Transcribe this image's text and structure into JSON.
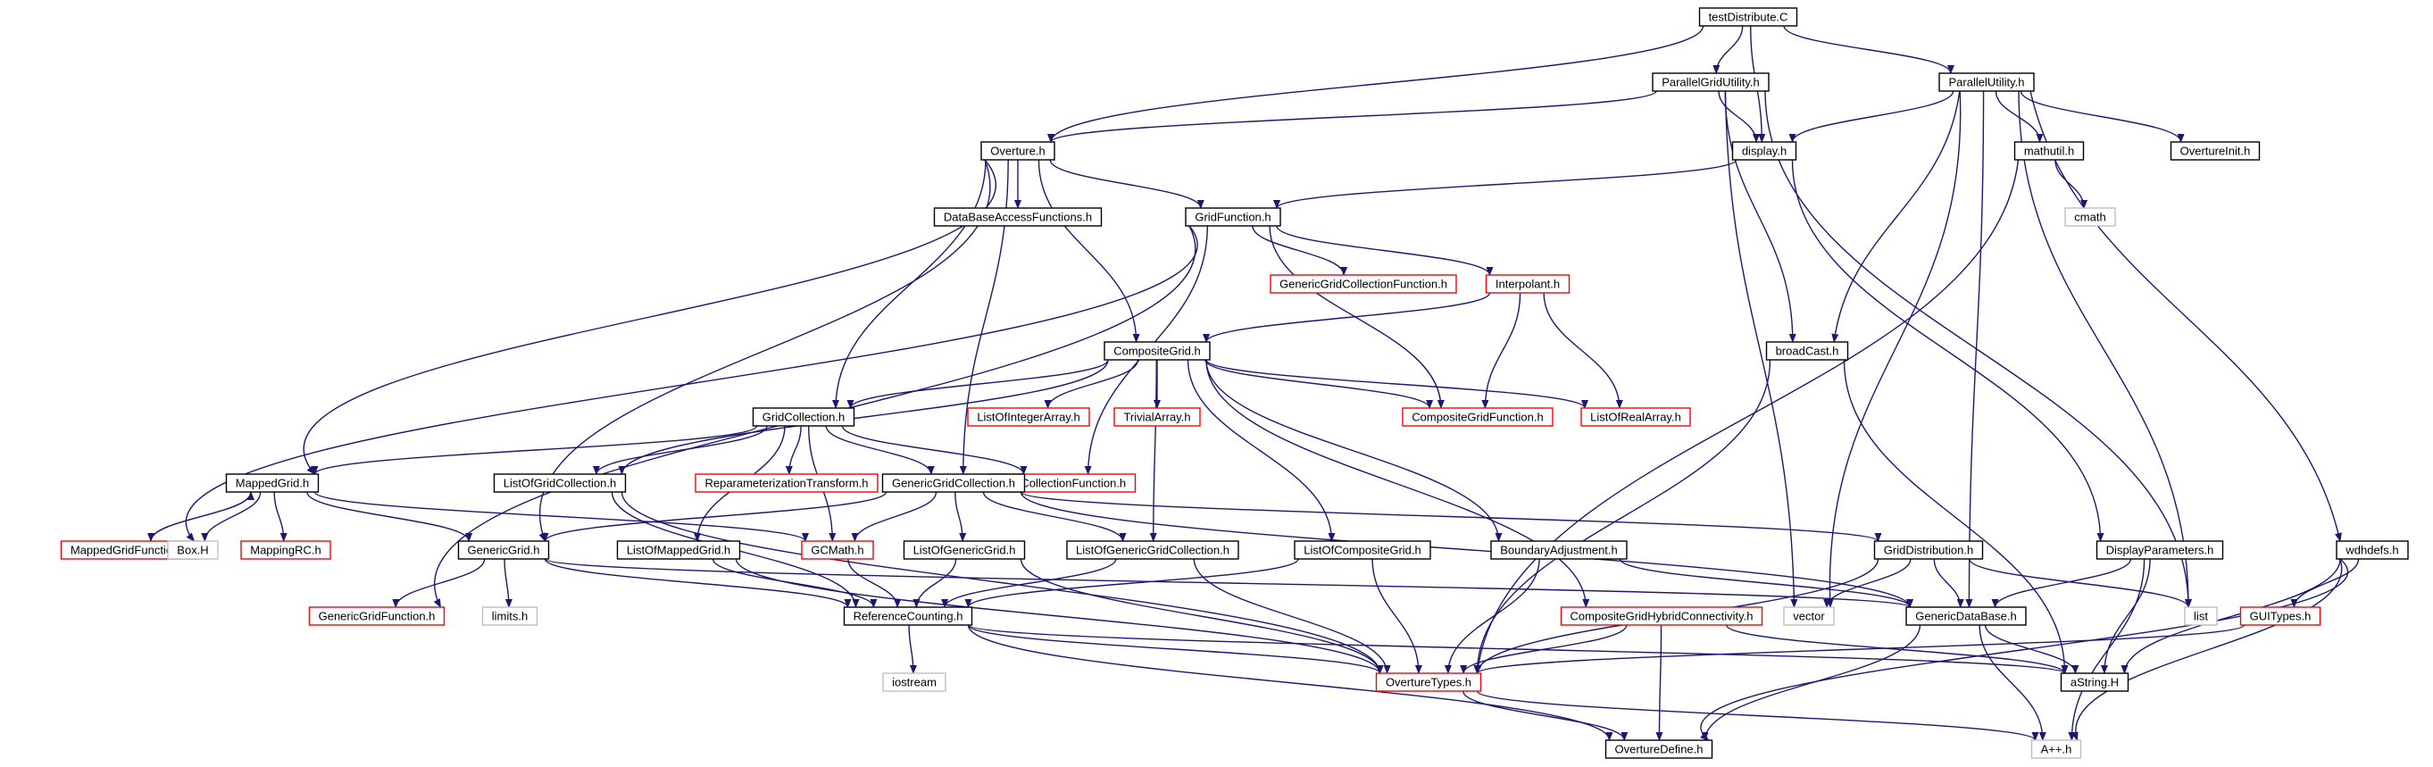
{
  "colors": {
    "edge": "#191970",
    "root_fill": "#bfbfbf",
    "root_stroke": "#000000",
    "normal_stroke": "#000000",
    "truncated_stroke": "#ff0000",
    "external_stroke": "#bfbfbf"
  },
  "graph": {
    "title": "testDistribute.C",
    "nodes": [
      {
        "id": "testDistribute.C",
        "label": "testDistribute.C",
        "kind": "root"
      },
      {
        "id": "ParallelGridUtility.h",
        "label": "ParallelGridUtility.h",
        "kind": "normal"
      },
      {
        "id": "ParallelUtility.h",
        "label": "ParallelUtility.h",
        "kind": "normal"
      },
      {
        "id": "Overture.h",
        "label": "Overture.h",
        "kind": "normal"
      },
      {
        "id": "display.h",
        "label": "display.h",
        "kind": "normal"
      },
      {
        "id": "mathutil.h",
        "label": "mathutil.h",
        "kind": "normal"
      },
      {
        "id": "OvertureInit.h",
        "label": "OvertureInit.h",
        "kind": "normal"
      },
      {
        "id": "cmath",
        "label": "cmath",
        "kind": "external"
      },
      {
        "id": "DataBaseAccessFunctions.h",
        "label": "DataBaseAccessFunctions.h",
        "kind": "normal"
      },
      {
        "id": "GridFunction.h",
        "label": "GridFunction.h",
        "kind": "normal"
      },
      {
        "id": "GenericGridCollectionFunction.h",
        "label": "GenericGridCollectionFunction.h",
        "kind": "truncated"
      },
      {
        "id": "Interpolant.h",
        "label": "Interpolant.h",
        "kind": "truncated"
      },
      {
        "id": "CompositeGrid.h",
        "label": "CompositeGrid.h",
        "kind": "normal"
      },
      {
        "id": "broadCast.h",
        "label": "broadCast.h",
        "kind": "normal"
      },
      {
        "id": "ListOfIntegerArray.h",
        "label": "ListOfIntegerArray.h",
        "kind": "truncated"
      },
      {
        "id": "TrivialArray.h",
        "label": "TrivialArray.h",
        "kind": "truncated"
      },
      {
        "id": "CompositeGridFunction.h",
        "label": "CompositeGridFunction.h",
        "kind": "truncated"
      },
      {
        "id": "ListOfRealArray.h",
        "label": "ListOfRealArray.h",
        "kind": "truncated"
      },
      {
        "id": "GridCollection.h",
        "label": "GridCollection.h",
        "kind": "normal"
      },
      {
        "id": "MappedGrid.h",
        "label": "MappedGrid.h",
        "kind": "normal"
      },
      {
        "id": "ListOfGridCollection.h",
        "label": "ListOfGridCollection.h",
        "kind": "normal"
      },
      {
        "id": "ReparameterizationTransform.h",
        "label": "ReparameterizationTransform.h",
        "kind": "truncated"
      },
      {
        "id": "GridCollectionFunction.h",
        "label": "GridCollectionFunction.h",
        "kind": "truncated"
      },
      {
        "id": "GenericGridCollection.h",
        "label": "GenericGridCollection.h",
        "kind": "normal"
      },
      {
        "id": "MappedGridFunction.h",
        "label": "MappedGridFunction.h",
        "kind": "truncated"
      },
      {
        "id": "Box.H",
        "label": "Box.H",
        "kind": "external"
      },
      {
        "id": "MappingRC.h",
        "label": "MappingRC.h",
        "kind": "truncated"
      },
      {
        "id": "GenericGrid.h",
        "label": "GenericGrid.h",
        "kind": "normal"
      },
      {
        "id": "ListOfMappedGrid.h",
        "label": "ListOfMappedGrid.h",
        "kind": "normal"
      },
      {
        "id": "GCMath.h",
        "label": "GCMath.h",
        "kind": "truncated"
      },
      {
        "id": "ListOfGenericGrid.h",
        "label": "ListOfGenericGrid.h",
        "kind": "normal"
      },
      {
        "id": "ListOfGenericGridCollection.h",
        "label": "ListOfGenericGridCollection.h",
        "kind": "normal"
      },
      {
        "id": "ListOfCompositeGrid.h",
        "label": "ListOfCompositeGrid.h",
        "kind": "normal"
      },
      {
        "id": "BoundaryAdjustment.h",
        "label": "BoundaryAdjustment.h",
        "kind": "normal"
      },
      {
        "id": "GridDistribution.h",
        "label": "GridDistribution.h",
        "kind": "normal"
      },
      {
        "id": "DisplayParameters.h",
        "label": "DisplayParameters.h",
        "kind": "normal"
      },
      {
        "id": "wdhdefs.h",
        "label": "wdhdefs.h",
        "kind": "normal"
      },
      {
        "id": "GenericGridFunction.h",
        "label": "GenericGridFunction.h",
        "kind": "truncated"
      },
      {
        "id": "limits.h",
        "label": "limits.h",
        "kind": "external"
      },
      {
        "id": "ReferenceCounting.h",
        "label": "ReferenceCounting.h",
        "kind": "normal"
      },
      {
        "id": "CompositeGridHybridConnectivity.h",
        "label": "CompositeGridHybridConnectivity.h",
        "kind": "truncated"
      },
      {
        "id": "vector",
        "label": "vector",
        "kind": "external"
      },
      {
        "id": "GenericDataBase.h",
        "label": "GenericDataBase.h",
        "kind": "normal"
      },
      {
        "id": "list",
        "label": "list",
        "kind": "external"
      },
      {
        "id": "GUITypes.h",
        "label": "GUITypes.h",
        "kind": "truncated"
      },
      {
        "id": "iostream",
        "label": "iostream",
        "kind": "external"
      },
      {
        "id": "OvertureTypes.h",
        "label": "OvertureTypes.h",
        "kind": "truncated"
      },
      {
        "id": "aString.H",
        "label": "aString.H",
        "kind": "normal"
      },
      {
        "id": "OvertureDefine.h",
        "label": "OvertureDefine.h",
        "kind": "normal"
      },
      {
        "id": "A++.h",
        "label": "A++.h",
        "kind": "external"
      }
    ],
    "edges": [
      [
        "testDistribute.C",
        "ParallelGridUtility.h"
      ],
      [
        "testDistribute.C",
        "ParallelUtility.h"
      ],
      [
        "testDistribute.C",
        "Overture.h"
      ],
      [
        "testDistribute.C",
        "display.h"
      ],
      [
        "ParallelGridUtility.h",
        "Overture.h"
      ],
      [
        "ParallelGridUtility.h",
        "display.h"
      ],
      [
        "ParallelGridUtility.h",
        "broadCast.h"
      ],
      [
        "ParallelGridUtility.h",
        "vector"
      ],
      [
        "ParallelGridUtility.h",
        "list"
      ],
      [
        "ParallelUtility.h",
        "display.h"
      ],
      [
        "ParallelUtility.h",
        "mathutil.h"
      ],
      [
        "ParallelUtility.h",
        "OvertureInit.h"
      ],
      [
        "ParallelUtility.h",
        "wdhdefs.h"
      ],
      [
        "ParallelUtility.h",
        "broadCast.h"
      ],
      [
        "ParallelUtility.h",
        "vector"
      ],
      [
        "ParallelUtility.h",
        "GenericDataBase.h"
      ],
      [
        "ParallelUtility.h",
        "list"
      ],
      [
        "Overture.h",
        "DataBaseAccessFunctions.h"
      ],
      [
        "Overture.h",
        "GridFunction.h"
      ],
      [
        "Overture.h",
        "MappedGrid.h"
      ],
      [
        "Overture.h",
        "GridCollection.h"
      ],
      [
        "Overture.h",
        "GenericGridCollection.h"
      ],
      [
        "Overture.h",
        "CompositeGrid.h"
      ],
      [
        "Overture.h",
        "GenericGrid.h"
      ],
      [
        "display.h",
        "GridFunction.h"
      ],
      [
        "display.h",
        "DisplayParameters.h"
      ],
      [
        "mathutil.h",
        "cmath"
      ],
      [
        "mathutil.h",
        "OvertureTypes.h"
      ],
      [
        "GridFunction.h",
        "GenericGridCollectionFunction.h"
      ],
      [
        "GridFunction.h",
        "Interpolant.h"
      ],
      [
        "GridFunction.h",
        "MappedGridFunction.h"
      ],
      [
        "GridFunction.h",
        "GenericGridFunction.h"
      ],
      [
        "GridFunction.h",
        "GridCollectionFunction.h"
      ],
      [
        "GridFunction.h",
        "CompositeGridFunction.h"
      ],
      [
        "Interpolant.h",
        "CompositeGrid.h"
      ],
      [
        "Interpolant.h",
        "CompositeGridFunction.h"
      ],
      [
        "Interpolant.h",
        "ListOfRealArray.h"
      ],
      [
        "CompositeGrid.h",
        "GridCollection.h"
      ],
      [
        "CompositeGrid.h",
        "ListOfIntegerArray.h"
      ],
      [
        "CompositeGrid.h",
        "TrivialArray.h"
      ],
      [
        "CompositeGrid.h",
        "CompositeGridFunction.h"
      ],
      [
        "CompositeGrid.h",
        "ListOfRealArray.h"
      ],
      [
        "CompositeGrid.h",
        "ListOfGridCollection.h"
      ],
      [
        "CompositeGrid.h",
        "ListOfGenericGridCollection.h"
      ],
      [
        "CompositeGrid.h",
        "ListOfCompositeGrid.h"
      ],
      [
        "CompositeGrid.h",
        "BoundaryAdjustment.h"
      ],
      [
        "CompositeGrid.h",
        "CompositeGridHybridConnectivity.h"
      ],
      [
        "broadCast.h",
        "OvertureTypes.h"
      ],
      [
        "broadCast.h",
        "aString.H"
      ],
      [
        "GridCollection.h",
        "MappedGrid.h"
      ],
      [
        "GridCollection.h",
        "ListOfGridCollection.h"
      ],
      [
        "GridCollection.h",
        "ReparameterizationTransform.h"
      ],
      [
        "GridCollection.h",
        "GridCollectionFunction.h"
      ],
      [
        "GridCollection.h",
        "GenericGridCollection.h"
      ],
      [
        "GridCollection.h",
        "GCMath.h"
      ],
      [
        "GridCollection.h",
        "ListOfMappedGrid.h"
      ],
      [
        "MappedGrid.h",
        "MappedGridFunction.h"
      ],
      [
        "MappedGrid.h",
        "Box.H"
      ],
      [
        "MappedGrid.h",
        "MappingRC.h"
      ],
      [
        "MappedGrid.h",
        "GenericGrid.h"
      ],
      [
        "MappedGrid.h",
        "GCMath.h"
      ],
      [
        "MappedGridFunction.h",
        "MappedGrid.h"
      ],
      [
        "ListOfGridCollection.h",
        "ReferenceCounting.h"
      ],
      [
        "ListOfGridCollection.h",
        "OvertureTypes.h"
      ],
      [
        "GenericGridCollection.h",
        "GenericGrid.h"
      ],
      [
        "GenericGridCollection.h",
        "GCMath.h"
      ],
      [
        "GenericGridCollection.h",
        "ListOfGenericGrid.h"
      ],
      [
        "GenericGridCollection.h",
        "ListOfGenericGridCollection.h"
      ],
      [
        "GenericGridCollection.h",
        "GridDistribution.h"
      ],
      [
        "GenericGridCollection.h",
        "GenericDataBase.h"
      ],
      [
        "GenericGrid.h",
        "GenericGridFunction.h"
      ],
      [
        "GenericGrid.h",
        "limits.h"
      ],
      [
        "GenericGrid.h",
        "ReferenceCounting.h"
      ],
      [
        "GenericGrid.h",
        "GenericDataBase.h"
      ],
      [
        "ListOfMappedGrid.h",
        "ReferenceCounting.h"
      ],
      [
        "ListOfMappedGrid.h",
        "OvertureTypes.h"
      ],
      [
        "GCMath.h",
        "ReferenceCounting.h"
      ],
      [
        "ListOfGenericGrid.h",
        "ReferenceCounting.h"
      ],
      [
        "ListOfGenericGrid.h",
        "OvertureTypes.h"
      ],
      [
        "ListOfGenericGridCollection.h",
        "ReferenceCounting.h"
      ],
      [
        "ListOfGenericGridCollection.h",
        "OvertureTypes.h"
      ],
      [
        "ListOfCompositeGrid.h",
        "ReferenceCounting.h"
      ],
      [
        "ListOfCompositeGrid.h",
        "OvertureTypes.h"
      ],
      [
        "BoundaryAdjustment.h",
        "OvertureTypes.h"
      ],
      [
        "BoundaryAdjustment.h",
        "GenericDataBase.h"
      ],
      [
        "GridDistribution.h",
        "vector"
      ],
      [
        "GridDistribution.h",
        "GenericDataBase.h"
      ],
      [
        "GridDistribution.h",
        "OvertureTypes.h"
      ],
      [
        "GridDistribution.h",
        "list"
      ],
      [
        "DisplayParameters.h",
        "GenericDataBase.h"
      ],
      [
        "DisplayParameters.h",
        "aString.H"
      ],
      [
        "DisplayParameters.h",
        "A++.h"
      ],
      [
        "wdhdefs.h",
        "GUITypes.h"
      ],
      [
        "wdhdefs.h",
        "aString.H"
      ],
      [
        "wdhdefs.h",
        "OvertureDefine.h"
      ],
      [
        "wdhdefs.h",
        "A++.h"
      ],
      [
        "GUITypes.h",
        "OvertureTypes.h"
      ],
      [
        "ReferenceCounting.h",
        "iostream"
      ],
      [
        "ReferenceCounting.h",
        "OvertureTypes.h"
      ],
      [
        "ReferenceCounting.h",
        "aString.H"
      ],
      [
        "ReferenceCounting.h",
        "OvertureDefine.h"
      ],
      [
        "CompositeGridHybridConnectivity.h",
        "OvertureTypes.h"
      ],
      [
        "CompositeGridHybridConnectivity.h",
        "OvertureDefine.h"
      ],
      [
        "CompositeGridHybridConnectivity.h",
        "aString.H"
      ],
      [
        "GenericDataBase.h",
        "aString.H"
      ],
      [
        "GenericDataBase.h",
        "A++.h"
      ],
      [
        "GenericDataBase.h",
        "OvertureDefine.h"
      ],
      [
        "OvertureTypes.h",
        "OvertureDefine.h"
      ],
      [
        "OvertureTypes.h",
        "A++.h"
      ]
    ]
  }
}
